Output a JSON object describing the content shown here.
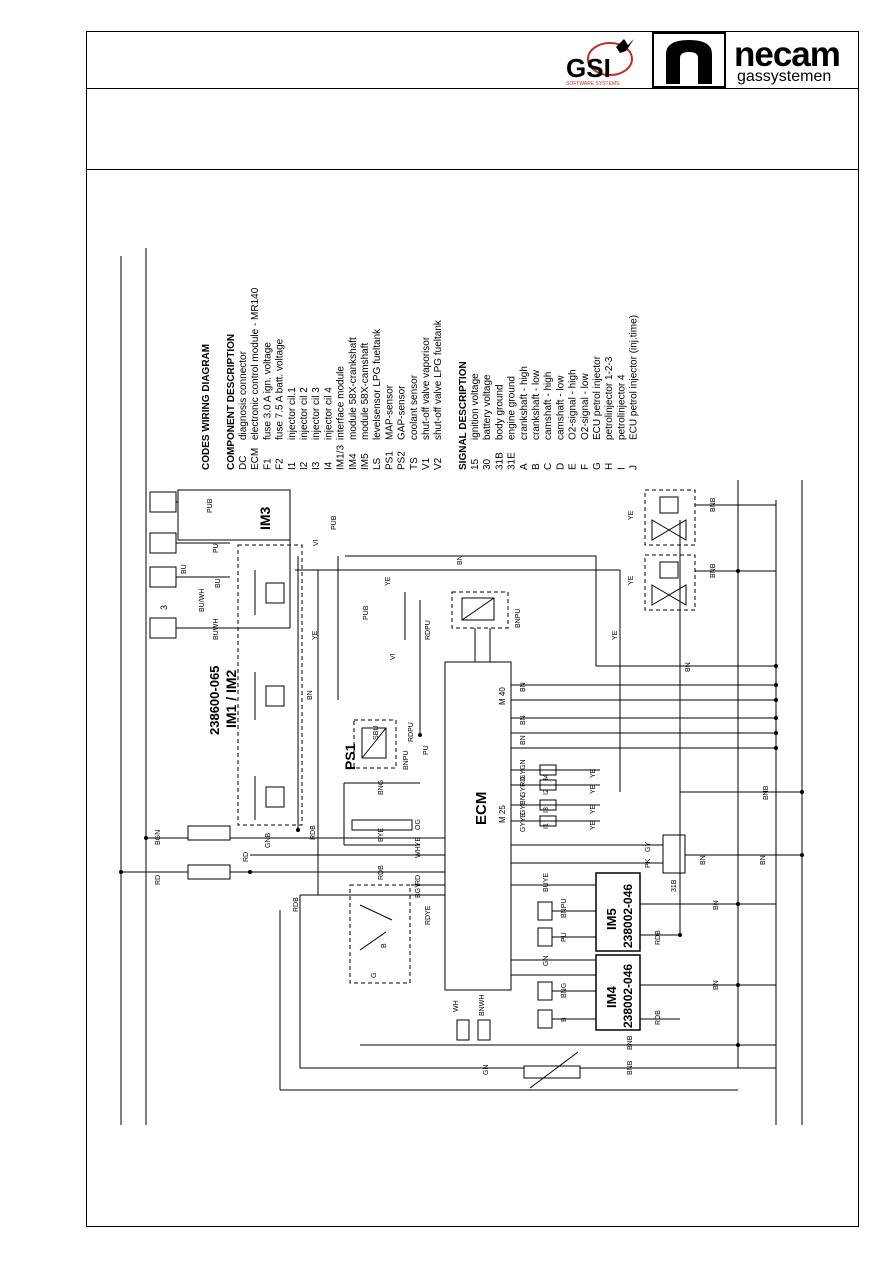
{
  "header": {
    "gsi_logo_text": "GSI",
    "gsi_tagline": "SOFTWARE SYSTEMS",
    "necam_word": "necam",
    "necam_sub": "gassystemen"
  },
  "legend": {
    "title": "CODES WIRING DIAGRAM",
    "component_title": "COMPONENT DESCRIPTION",
    "components": [
      {
        "code": "DC",
        "desc": "diagnosis connector"
      },
      {
        "code": "ECM",
        "desc": "electronic control module - MR140"
      },
      {
        "code": "F1",
        "desc": "fuse 3.0 A  ign. voltage"
      },
      {
        "code": "F2",
        "desc": "fuse 7.5 A  batt. voltage"
      },
      {
        "code": "I1",
        "desc": "injector cil.1"
      },
      {
        "code": "I2",
        "desc": "injector cil 2"
      },
      {
        "code": "I3",
        "desc": "injector cil 3"
      },
      {
        "code": "I4",
        "desc": "injector cil 4"
      },
      {
        "code": "IM1/3",
        "desc": "interface module"
      },
      {
        "code": "IM4",
        "desc": "module 58X-crankshaft"
      },
      {
        "code": "IM5",
        "desc": "module 58X-camshaft"
      },
      {
        "code": "LS",
        "desc": "levelsensor LPG fueltank"
      },
      {
        "code": "PS1",
        "desc": "MAP-sensor"
      },
      {
        "code": "PS2",
        "desc": "GAP-sensor"
      },
      {
        "code": "TS",
        "desc": "coolant sensor"
      },
      {
        "code": "V1",
        "desc": "shut-off valve vaporisor"
      },
      {
        "code": "V2",
        "desc": "shut-off valve LPG fueltank"
      }
    ],
    "signal_title": "SIGNAL DESCRIPTION",
    "signals": [
      {
        "code": "15",
        "desc": "ignition voltage"
      },
      {
        "code": "30",
        "desc": "battery voltage"
      },
      {
        "code": "31B",
        "desc": "body ground"
      },
      {
        "code": "31E",
        "desc": "engine ground"
      },
      {
        "code": "A",
        "desc": "crankshaft - high"
      },
      {
        "code": "B",
        "desc": "crankshaft - low"
      },
      {
        "code": "C",
        "desc": "camshaft - high"
      },
      {
        "code": "D",
        "desc": "camshaft - low"
      },
      {
        "code": "E",
        "desc": "O2-signal - high"
      },
      {
        "code": "F",
        "desc": "O2-signal - low"
      },
      {
        "code": "G",
        "desc": "ECU petrol injector"
      },
      {
        "code": "H",
        "desc": "petrolinjector 1-2-3"
      },
      {
        "code": "I",
        "desc": "petrolinjector 4"
      },
      {
        "code": "J",
        "desc": "ECU petrol injector (inj.time)"
      }
    ]
  },
  "components": {
    "im3": "IM3",
    "im12_part": "238600-065",
    "im12_name": "IM1 / IM2",
    "ps1": "PS1",
    "ecm": "ECM",
    "im5_name": "IM5",
    "im5_part": "238002-046",
    "im4_name": "IM4",
    "im4_part": "238002-046",
    "ecm_m40": "M\n40",
    "ecm_m25": "M\n25",
    "three": "3"
  },
  "wires": {
    "pub": "PUB",
    "pu": "PU",
    "bu": "BU",
    "buwh": "BUWH",
    "bu_wh": "BU/WH",
    "vi": "VI",
    "bn": "BN",
    "ye": "YE",
    "bnb": "BNB",
    "rdpu": "RDPU",
    "bnpu": "BNPU",
    "bgn": "BGN",
    "rd": "RD",
    "gnb": "GNB",
    "rdb": "RDB",
    "bng": "BNG",
    "og": "OG",
    "bye": "BYE",
    "whye": "WHYE",
    "gy": "GY",
    "pk": "PK",
    "buye": "BUYE",
    "rdye": "RDYE",
    "bgy": "BGY",
    "gn": "GN",
    "wh": "WH",
    "bnwh": "BNWH",
    "gyrd": "GYRD",
    "gybn": "GYBN",
    "gygn": "GYGN",
    "gyye": "GYYE",
    "i1": "I1",
    "i2": "I2",
    "i3": "I3",
    "i4": "I4",
    "b": "B",
    "g": "G",
    "v31b": "31B",
    "sbu": "SBU"
  }
}
